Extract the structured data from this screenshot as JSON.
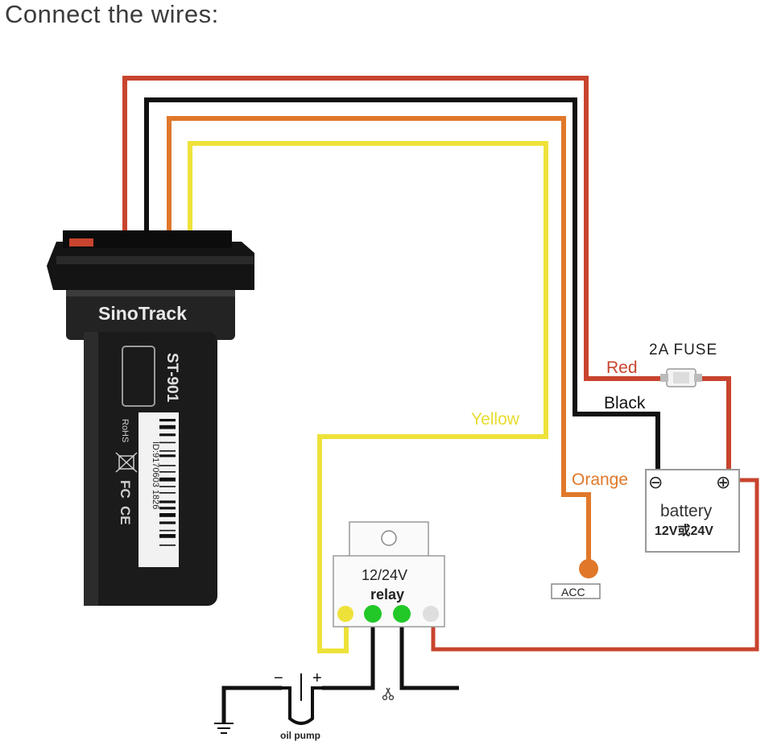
{
  "title": "Connect the wires:",
  "device": {
    "brand": "SinoTrack",
    "model": "ST-901",
    "id_text": "ID:9170603 1826",
    "marks": [
      "RoHS",
      "FC",
      "CE"
    ]
  },
  "wire_labels": {
    "red": "Red",
    "black": "Black",
    "yellow": "Yellow",
    "orange": "Orange"
  },
  "fuse": {
    "label": "2A FUSE"
  },
  "battery": {
    "label": "battery",
    "voltage": "12V或24V",
    "neg": "⊖",
    "pos": "⊕"
  },
  "relay": {
    "voltage": "12/24V",
    "label": "relay"
  },
  "acc": {
    "label": "ACC"
  },
  "oil_pump": {
    "label": "oil pump",
    "minus": "−",
    "plus": "+"
  },
  "colors": {
    "red": "#c8442e",
    "black": "#111111",
    "orange": "#e0782a",
    "yellow": "#eee23a",
    "green": "#22c828",
    "device_body": "#1b1b1b"
  }
}
